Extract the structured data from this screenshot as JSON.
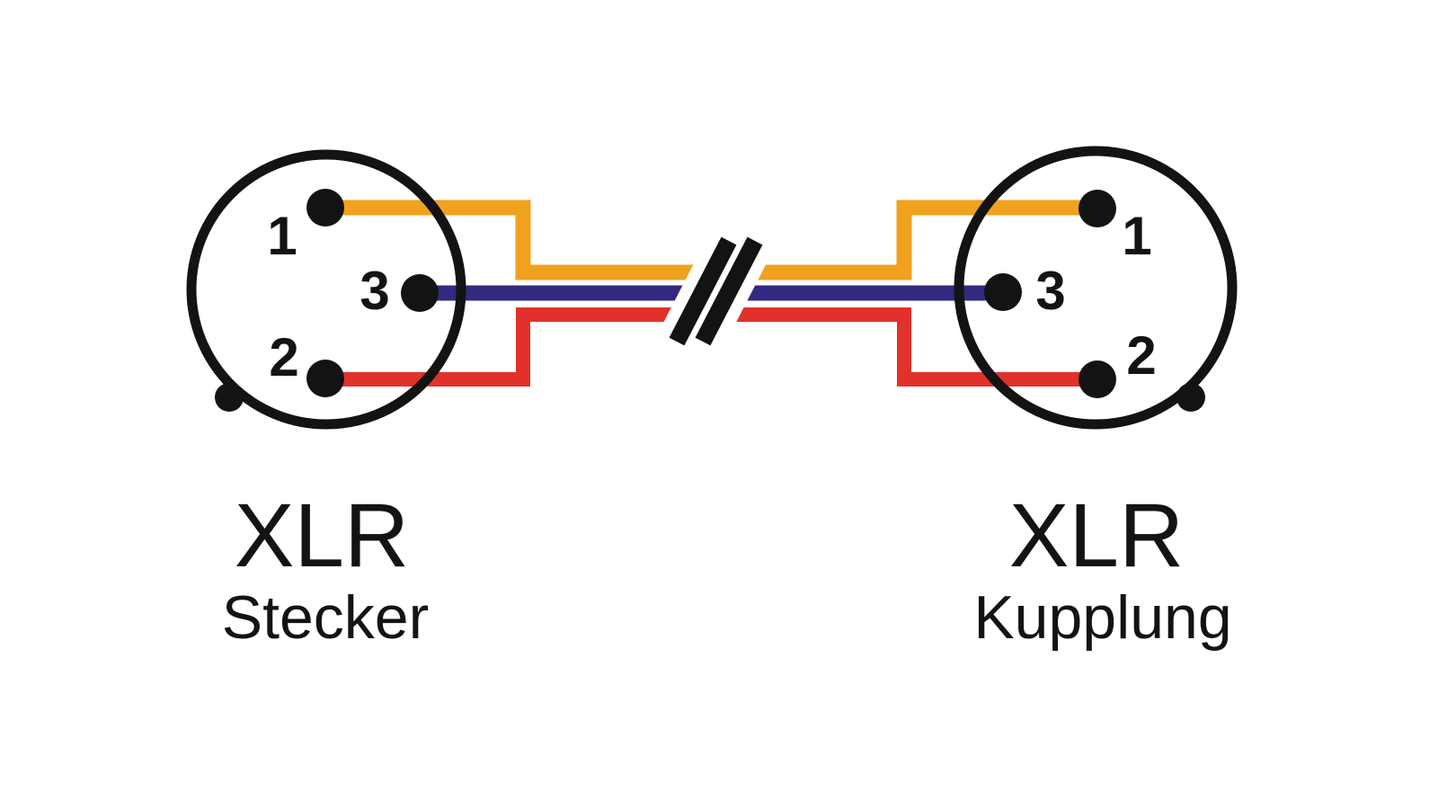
{
  "diagram": {
    "kind": "XLR cable wiring diagram",
    "background": "#ffffff",
    "outline_color": "#131313"
  },
  "connectors": {
    "left": {
      "title": "XLR",
      "subtitle": "Stecker",
      "pins": [
        {
          "label": "1"
        },
        {
          "label": "3"
        },
        {
          "label": "2"
        }
      ]
    },
    "right": {
      "title": "XLR",
      "subtitle": "Kupplung",
      "pins": [
        {
          "label": "1"
        },
        {
          "label": "3"
        },
        {
          "label": "2"
        }
      ]
    }
  },
  "wires": [
    {
      "name": "pin1-to-pin1",
      "color": "#F0A21F"
    },
    {
      "name": "pin3-to-pin3",
      "color": "#312A80"
    },
    {
      "name": "pin2-to-pin2",
      "color": "#E2312B"
    }
  ],
  "break_symbol": {
    "color": "#131313"
  }
}
